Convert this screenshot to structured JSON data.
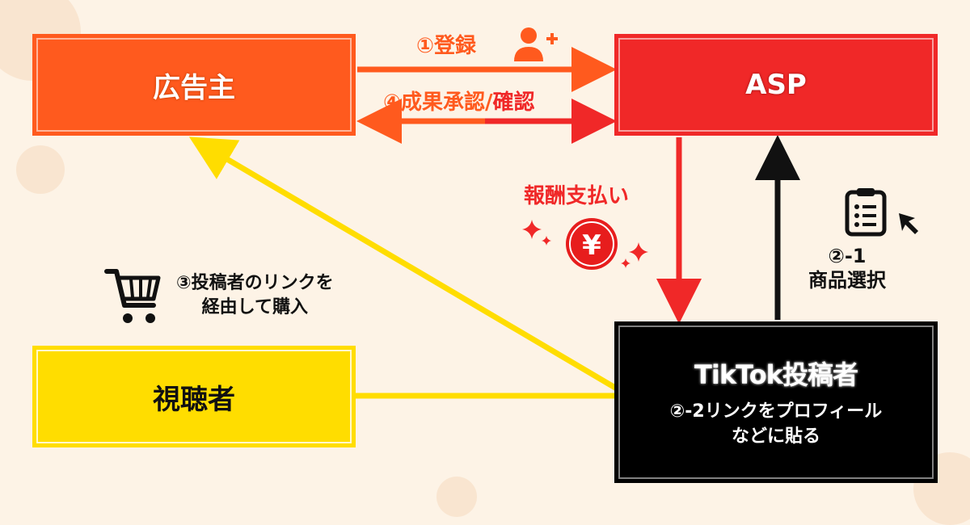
{
  "nodes": {
    "advertiser": "広告主",
    "asp": "ASP",
    "viewer": "視聴者",
    "tiktok_poster": "TikTok投稿者",
    "tiktok_note_line1": "②-2リンクをプロフィール",
    "tiktok_note_line2": "などに貼る"
  },
  "labels": {
    "register": "①登録",
    "approval_part1": "④成果承認/",
    "approval_part2": "確認",
    "reward_payment": "報酬支払い",
    "yen_symbol": "¥",
    "purchase_line1": "③投稿者のリンクを",
    "purchase_line2": "経由して購入",
    "product_select_line1": "②-1",
    "product_select_line2": "商品選択"
  },
  "icons": {
    "register": "add-user-icon",
    "purchase": "shopping-cart-icon",
    "product_select": "clipboard-list-icon",
    "pointer": "cursor-arrow-icon",
    "reward": "yen-coin-icon",
    "sparkle": "sparkle-icon"
  },
  "colors": {
    "advertiser": "#ff5a1e",
    "asp": "#f02828",
    "viewer": "#ffdd00",
    "tiktok_poster": "#000000",
    "background": "#fdf3e6"
  }
}
